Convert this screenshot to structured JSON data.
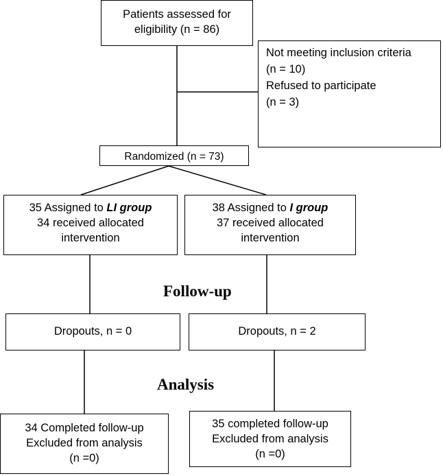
{
  "flow": {
    "assessed": {
      "line1": "Patients assessed for",
      "line2": "eligibility (n = 86)"
    },
    "excluded": {
      "line1": "Not meeting inclusion criteria",
      "line2": "(n = 10)",
      "line3": "Refused to participate",
      "line4": "(n = 3)"
    },
    "randomized": {
      "label": "Randomized (n = 73)"
    },
    "left_arm": {
      "assigned_prefix": "35 Assigned to ",
      "group": "LI group",
      "line2": "34 received allocated",
      "line3": "intervention",
      "dropouts": "Dropouts, n = 0",
      "completed": "34 Completed follow-up",
      "excluded": "Excluded from analysis",
      "excluded_n": "(n =0)"
    },
    "right_arm": {
      "assigned_prefix": "38 Assigned to ",
      "group": "I group",
      "line2": "37 received allocated",
      "line3": "intervention",
      "dropouts": "Dropouts, n = 2",
      "completed": "35 completed follow-up",
      "excluded": "Excluded from analysis",
      "excluded_n": "(n =0)"
    },
    "stages": {
      "follow_up": "Follow-up",
      "analysis": "Analysis"
    }
  }
}
